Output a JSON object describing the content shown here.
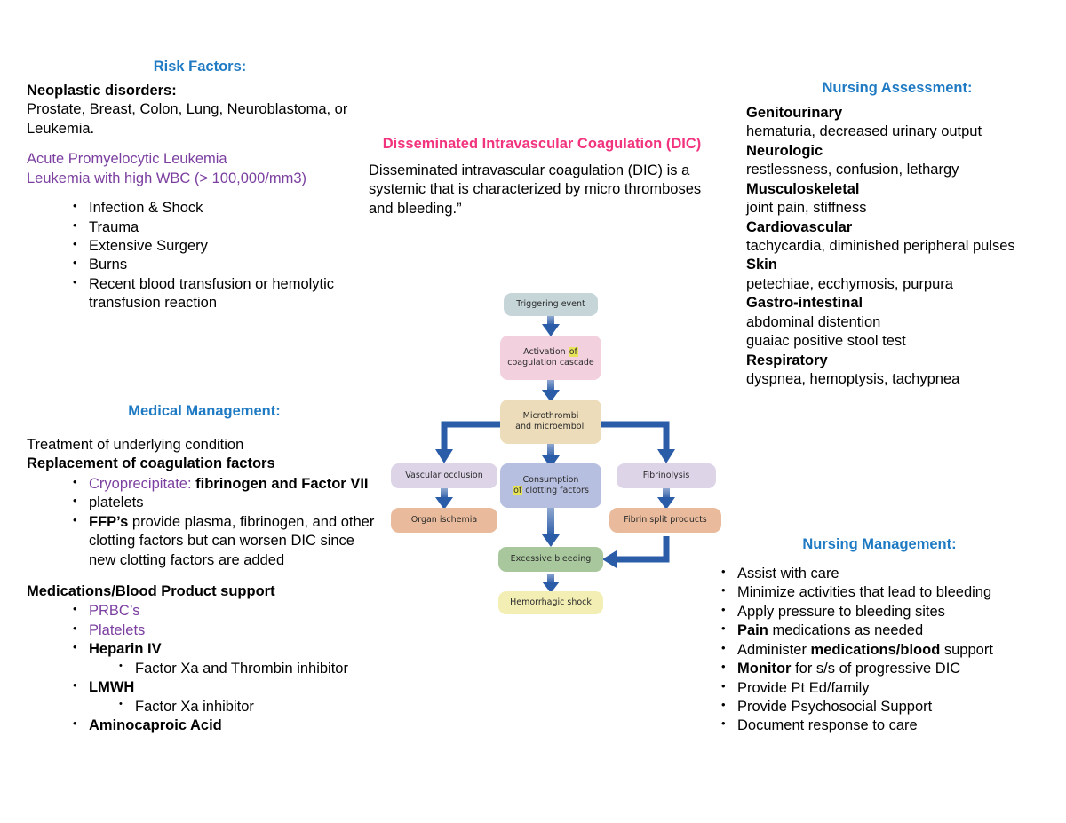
{
  "risk_factors": {
    "title": "Risk Factors:",
    "neoplastic_heading": "Neoplastic disorders:",
    "neoplastic_body": "Prostate, Breast, Colon, Lung, Neuroblastoma, or Leukemia.",
    "purple_line1": "Acute Promyelocytic Leukemia",
    "purple_line2": "Leukemia with high WBC (> 100,000/mm3)",
    "bullets": [
      "Infection & Shock",
      "Trauma",
      "Extensive Surgery",
      "Burns",
      "Recent blood transfusion or hemolytic transfusion reaction"
    ]
  },
  "dic": {
    "title": "Disseminated Intravascular Coagulation (DIC)",
    "description": "Disseminated intravascular coagulation (DIC) is a systemic that is characterized by micro thromboses and bleeding.”"
  },
  "nursing_assessment": {
    "title": "Nursing Assessment:",
    "items": [
      {
        "category": "Genitourinary",
        "detail": "hematuria, decreased urinary output"
      },
      {
        "category": "Neurologic",
        "detail": "restlessness, confusion, lethargy"
      },
      {
        "category": "Musculoskeletal",
        "detail": "joint pain, stiffness"
      },
      {
        "category": "Cardiovascular",
        "detail": "tachycardia, diminished peripheral pulses"
      },
      {
        "category": "Skin",
        "detail": "petechiae, ecchymosis, purpura"
      },
      {
        "category": "Gastro-intestinal",
        "detail": "abdominal distention"
      },
      {
        "category": "",
        "detail": "guaiac positive stool test"
      },
      {
        "category": "Respiratory",
        "detail": "dyspnea, hemoptysis, tachypnea"
      }
    ]
  },
  "medical_management": {
    "title": "Medical Management:",
    "line1": "Treatment of underlying condition",
    "line2": "Replacement of coagulation factors",
    "bullet1_purple": "Cryoprecipitate:",
    "bullet1_rest": " fibrinogen and Factor VII",
    "bullet2": "platelets",
    "bullet3_bold": "FFP’s",
    "bullet3_rest": " provide plasma, fibrinogen, and other clotting factors but can worsen DIC since new clotting factors are added",
    "meds_heading": "Medications/Blood Product support",
    "meds": [
      {
        "label": "PRBC’s",
        "style": "purple",
        "sub": []
      },
      {
        "label": "Platelets",
        "style": "purple",
        "sub": []
      },
      {
        "label": "Heparin IV",
        "style": "bold",
        "sub": [
          "Factor Xa and Thrombin inhibitor"
        ]
      },
      {
        "label": "LMWH",
        "style": "bold",
        "sub": [
          "Factor Xa inhibitor"
        ]
      },
      {
        "label": "Aminocaproic Acid",
        "style": "bold",
        "sub": []
      }
    ]
  },
  "nursing_management": {
    "title": "Nursing Management:",
    "bullets": [
      {
        "bold_pre": "",
        "text": "Assist with care",
        "bold_mid": "",
        "text_post": ""
      },
      {
        "bold_pre": "",
        "text": "Minimize activities that lead to bleeding",
        "bold_mid": "",
        "text_post": ""
      },
      {
        "bold_pre": "",
        "text": "Apply pressure to bleeding sites",
        "bold_mid": "",
        "text_post": ""
      },
      {
        "bold_pre": "Pain",
        "text": " medications as needed",
        "bold_mid": "",
        "text_post": ""
      },
      {
        "bold_pre": "",
        "text": "Administer ",
        "bold_mid": "medications/blood",
        "text_post": " support"
      },
      {
        "bold_pre": "Monitor",
        "text": " for s/s of progressive DIC",
        "bold_mid": "",
        "text_post": ""
      },
      {
        "bold_pre": "",
        "text": "Provide Pt Ed/family",
        "bold_mid": "",
        "text_post": ""
      },
      {
        "bold_pre": "",
        "text": "Provide Psychosocial Support",
        "bold_mid": "",
        "text_post": ""
      },
      {
        "bold_pre": "",
        "text": "Document response to care",
        "bold_mid": "",
        "text_post": ""
      }
    ]
  },
  "flowchart": {
    "type": "diagram",
    "arrow_color": "#2b5ca8",
    "nodes": [
      {
        "id": "trigger",
        "label": "Triggering event",
        "color": "#c5d5d8"
      },
      {
        "id": "activation",
        "label_a": "Activation ",
        "label_hl": "of",
        "label_b": "coagulation cascade",
        "color": "#f2d0dd"
      },
      {
        "id": "microthrombi",
        "label_a": "Microthrombi",
        "label_b": "and microemboli",
        "color": "#ecdcb9"
      },
      {
        "id": "vascular",
        "label": "Vascular occlusion",
        "color": "#ddd4e8"
      },
      {
        "id": "consumption",
        "label_a": "Consumption",
        "label_hl": "of",
        "label_b": " clotting factors",
        "color": "#b7bfe0"
      },
      {
        "id": "fibrinolysis",
        "label": "Fibrinolysis",
        "color": "#ddd4e8"
      },
      {
        "id": "organ",
        "label": "Organ ischemia",
        "color": "#e9bb9c"
      },
      {
        "id": "fibrinsplit",
        "label": "Fibrin split products",
        "color": "#e9bb9c"
      },
      {
        "id": "excessive",
        "label": "Excessive bleeding",
        "color": "#a8c79c"
      },
      {
        "id": "hemorrhagic",
        "label": "Hemorrhagic shock",
        "color": "#f3eeb4"
      }
    ],
    "edges": [
      [
        "trigger",
        "activation"
      ],
      [
        "activation",
        "microthrombi"
      ],
      [
        "microthrombi",
        "vascular"
      ],
      [
        "microthrombi",
        "consumption"
      ],
      [
        "microthrombi",
        "fibrinolysis"
      ],
      [
        "vascular",
        "organ"
      ],
      [
        "fibrinolysis",
        "fibrinsplit"
      ],
      [
        "consumption",
        "excessive"
      ],
      [
        "fibrinsplit",
        "excessive"
      ],
      [
        "excessive",
        "hemorrhagic"
      ]
    ]
  }
}
